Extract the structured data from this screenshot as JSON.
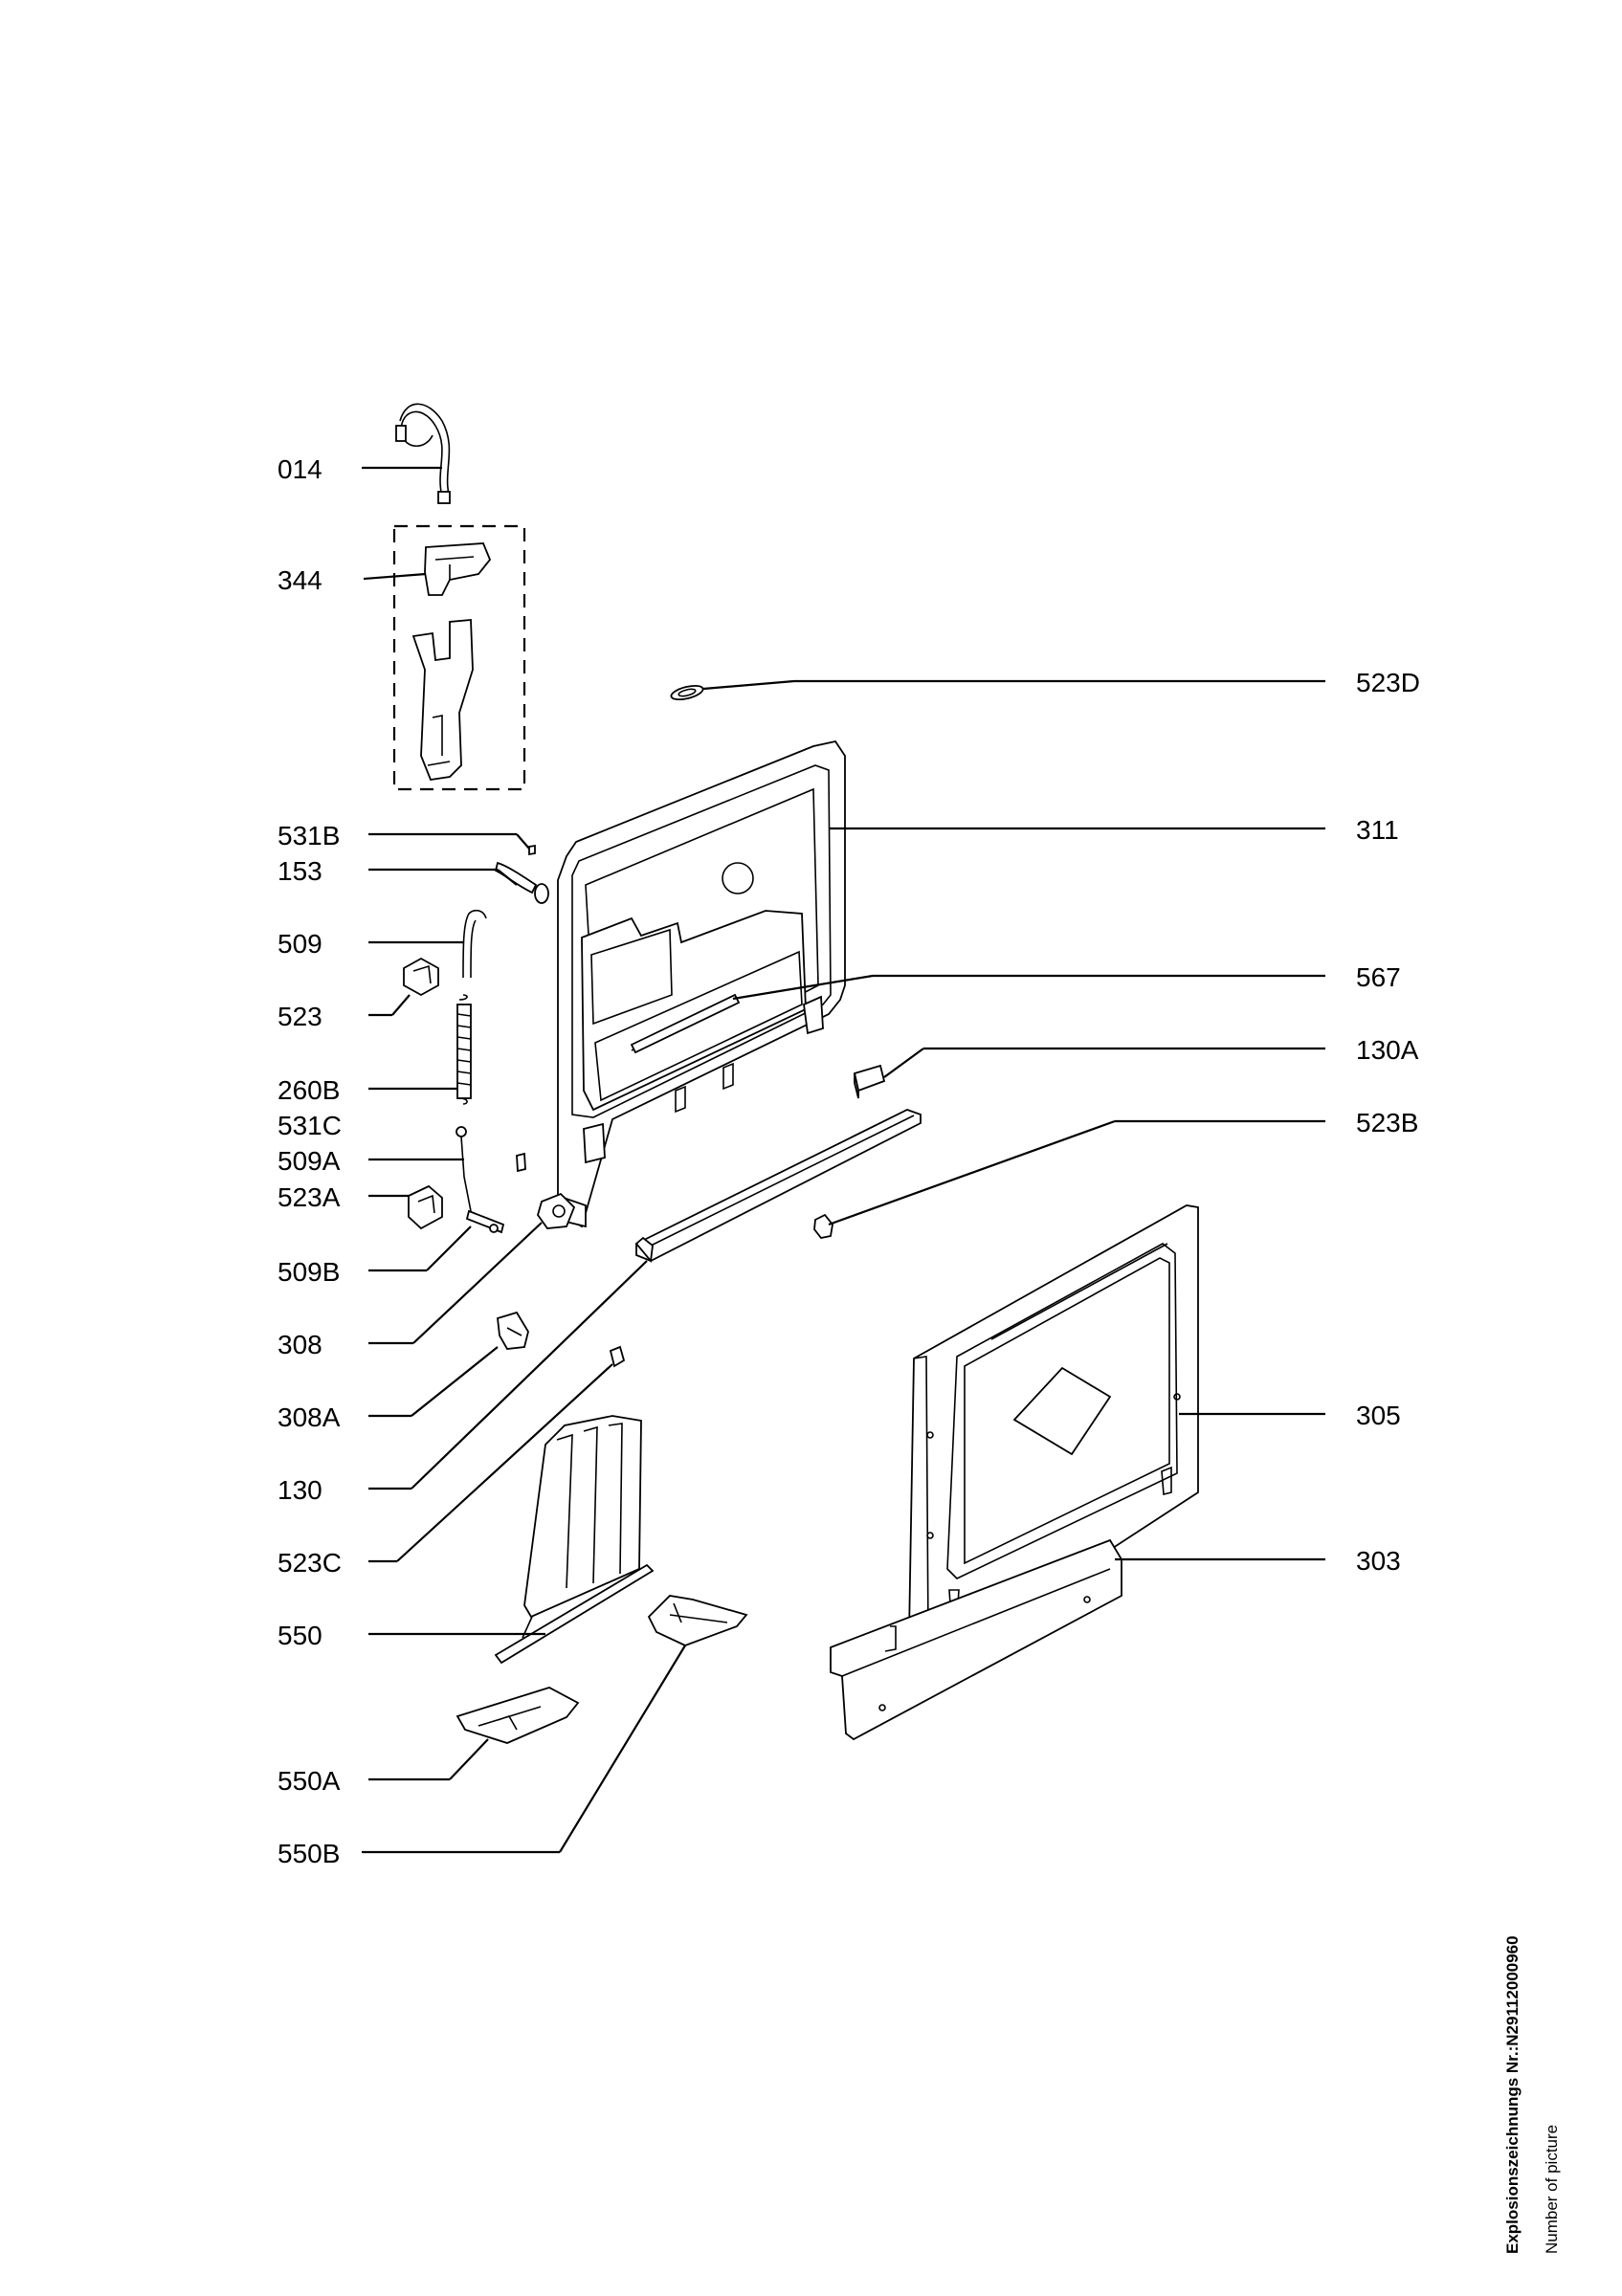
{
  "parts": {
    "p014": "014",
    "p344": "344",
    "p531B": "531B",
    "p153": "153",
    "p509": "509",
    "p523": "523",
    "p260B": "260B",
    "p531C": "531C",
    "p509A": "509A",
    "p523A": "523A",
    "p509B": "509B",
    "p308": "308",
    "p308A": "308A",
    "p130": "130",
    "p523C": "523C",
    "p550": "550",
    "p550A": "550A",
    "p550B": "550B",
    "p523D": "523D",
    "p311": "311",
    "p567": "567",
    "p130A": "130A",
    "p523B": "523B",
    "p305": "305",
    "p303": "303"
  },
  "footer": {
    "drawing_number": "Explosionszeichnungs Nr.:N29112000960",
    "caption": "Number of picture"
  }
}
